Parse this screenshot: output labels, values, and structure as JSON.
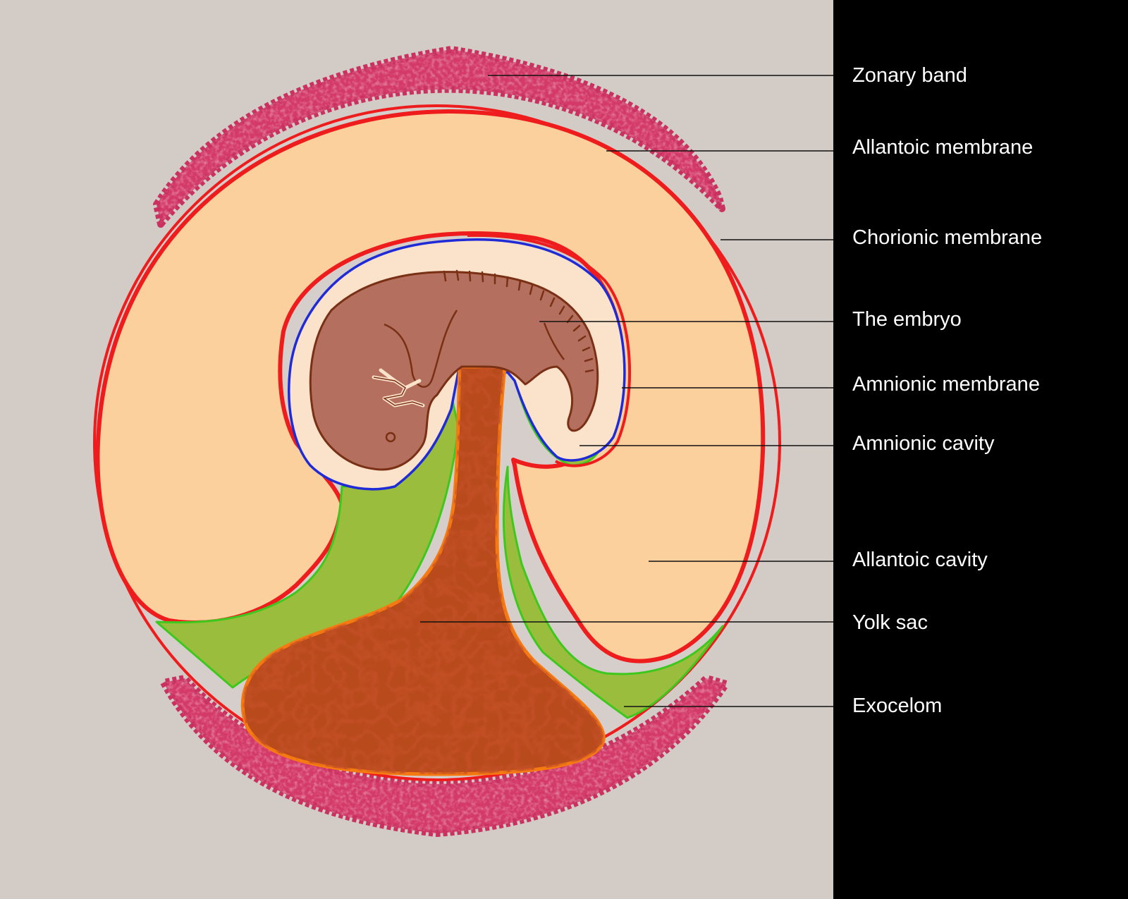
{
  "diagram": {
    "labels": {
      "zonary_band": "Zonary band",
      "allantoic_membrane": "Allantoic membrane",
      "chorionic_membrane": "Chorionic membrane",
      "embryo": "The embryo",
      "amnionic_membrane": "Amnionic membrane",
      "amnionic_cavity": "Amnionic cavity",
      "allantoic_cavity": "Allantoic cavity",
      "yolk_sac": "Yolk sac",
      "exocelom": "Exocelom"
    }
  }
}
